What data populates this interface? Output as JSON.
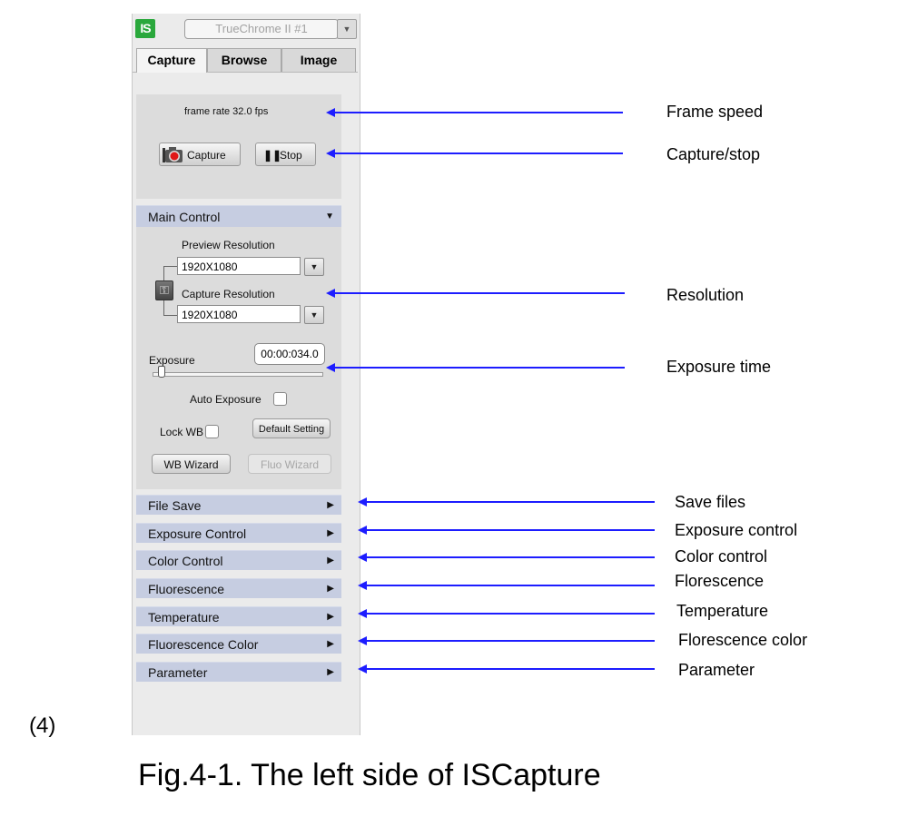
{
  "header": {
    "logo_text": "IS",
    "camera_select": "TrueChrome II #1",
    "tabs": [
      "Capture",
      "Browse",
      "Image"
    ]
  },
  "capture_box": {
    "frame_rate": "frame rate 32.0 fps",
    "capture_label": "Capture",
    "stop_label": "Stop"
  },
  "main_control": {
    "title": "Main Control",
    "preview_label": "Preview Resolution",
    "preview_value": "1920X1080",
    "capture_res_label": "Capture Resolution",
    "capture_res_value": "1920X1080",
    "exposure_label": "Exposure",
    "exposure_value": "00:00:034.0",
    "exposure_slider_level": 0.03,
    "auto_exposure_label": "Auto Exposure",
    "lock_wb_label": "Lock WB",
    "default_setting_label": "Default Setting",
    "wb_wizard_label": "WB Wizard",
    "fluo_wizard_label": "Fluo Wizard"
  },
  "sections": [
    "File Save",
    "Exposure Control",
    "Color Control",
    "Fluorescence",
    "Temperature",
    "Fluorescence Color",
    "Parameter"
  ],
  "annotations": {
    "frame_speed": "Frame speed",
    "capture_stop": "Capture/stop",
    "resolution": "Resolution",
    "exposure_time": "Exposure time",
    "save_files": "Save files",
    "exposure_control": "Exposure control",
    "color_control": "Color control",
    "florescence": "Florescence",
    "temperature": "Temperature",
    "florescence_color": "Florescence color",
    "parameter": "Parameter"
  },
  "figure": {
    "number": "(4)",
    "caption": "Fig.4-1. The left side of ISCapture"
  },
  "colors": {
    "arrow": "#1d1dff",
    "section_header": "#c6cde1",
    "logo": "#2aa83c"
  }
}
